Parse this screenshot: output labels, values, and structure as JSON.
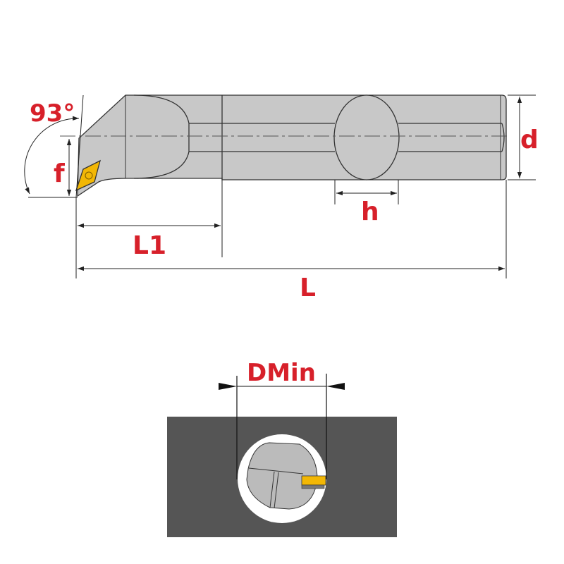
{
  "labels": {
    "angle": "93°",
    "f": "f",
    "d": "d",
    "h": "h",
    "L1": "L1",
    "L": "L",
    "dmin": "DMin"
  },
  "colors": {
    "body": "#c8c8c8",
    "insert": "#f2b705",
    "workpiece": "#555555",
    "label": "#d7202a"
  }
}
